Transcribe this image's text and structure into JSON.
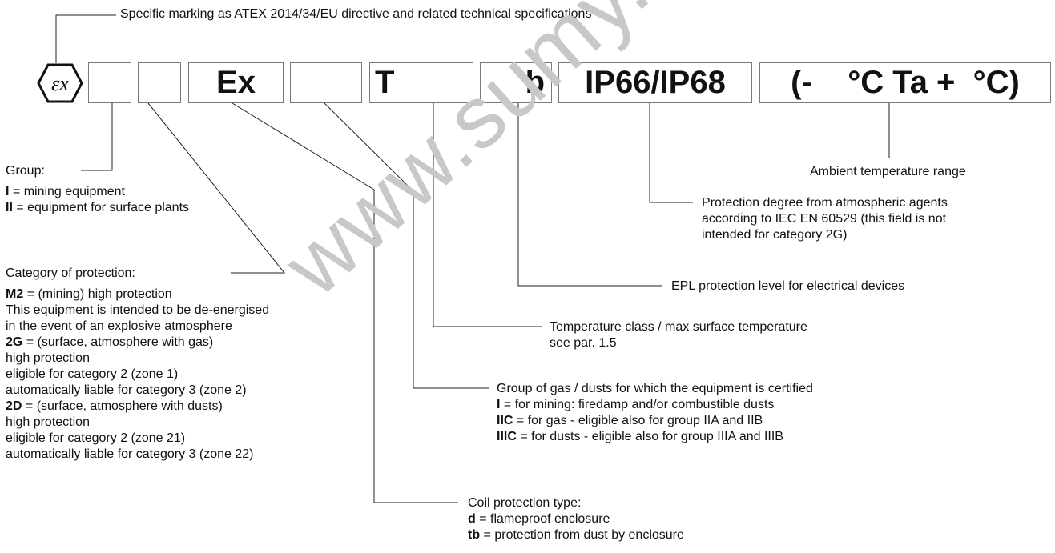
{
  "header_note": "Specific marking as ATEX 2014/34/EU directive and related technical specifications",
  "marking": {
    "ex_logo": "Ex-hexagon-icon",
    "boxes": [
      "",
      "",
      "Ex",
      "",
      "T",
      "b",
      "IP66/IP68",
      "(-    °C Ta +  °C)"
    ]
  },
  "ambient": "Ambient temperature range",
  "protection_degree": [
    "Protection degree from atmospheric agents",
    "according to IEC EN 60529 (this field is not",
    "intended for category 2G)"
  ],
  "epl": "EPL protection level for electrical devices",
  "temp_class": [
    "Temperature class / max surface temperature",
    "see par. 1.5"
  ],
  "gas_group": {
    "title": "Group of gas / dusts for which the equipment is certified",
    "items": [
      {
        "code": "I",
        "text": " = for mining: firedamp and/or combustible dusts"
      },
      {
        "code": "IIC",
        "text": " =  for gas - eligible also for group IIA and IIB"
      },
      {
        "code": "IIIC",
        "text": " = for dusts - eligible also for group IIIA and IIIB"
      }
    ]
  },
  "coil": {
    "title": "Coil protection type:",
    "items": [
      {
        "code": "d",
        "text": " = flameproof enclosure"
      },
      {
        "code": "tb",
        "text": " = protection from dust by enclosure"
      }
    ]
  },
  "group": {
    "title": "Group:",
    "items": [
      {
        "code": "I",
        "text": " = mining equipment"
      },
      {
        "code": "II",
        "text": " = equipment for surface plants"
      }
    ]
  },
  "category": {
    "title": "Category of protection:",
    "m2": {
      "code": "M2",
      "text": " = (mining) high protection"
    },
    "m2_lines": [
      "This equipment is intended to be de-energised",
      "in the event of an explosive atmosphere"
    ],
    "g2": {
      "code": "2G",
      "text": " = (surface, atmosphere with gas)"
    },
    "g2_lines": [
      "high protection",
      "eligible for category 2 (zone 1)",
      "automatically liable for category 3 (zone 2)"
    ],
    "d2": {
      "code": "2D",
      "text": " = (surface, atmosphere with dusts)"
    },
    "d2_lines": [
      "high protection",
      "eligible for category 2 (zone 21)",
      "automatically liable for category 3 (zone 22)"
    ]
  },
  "watermark": "www.sumy.fr"
}
